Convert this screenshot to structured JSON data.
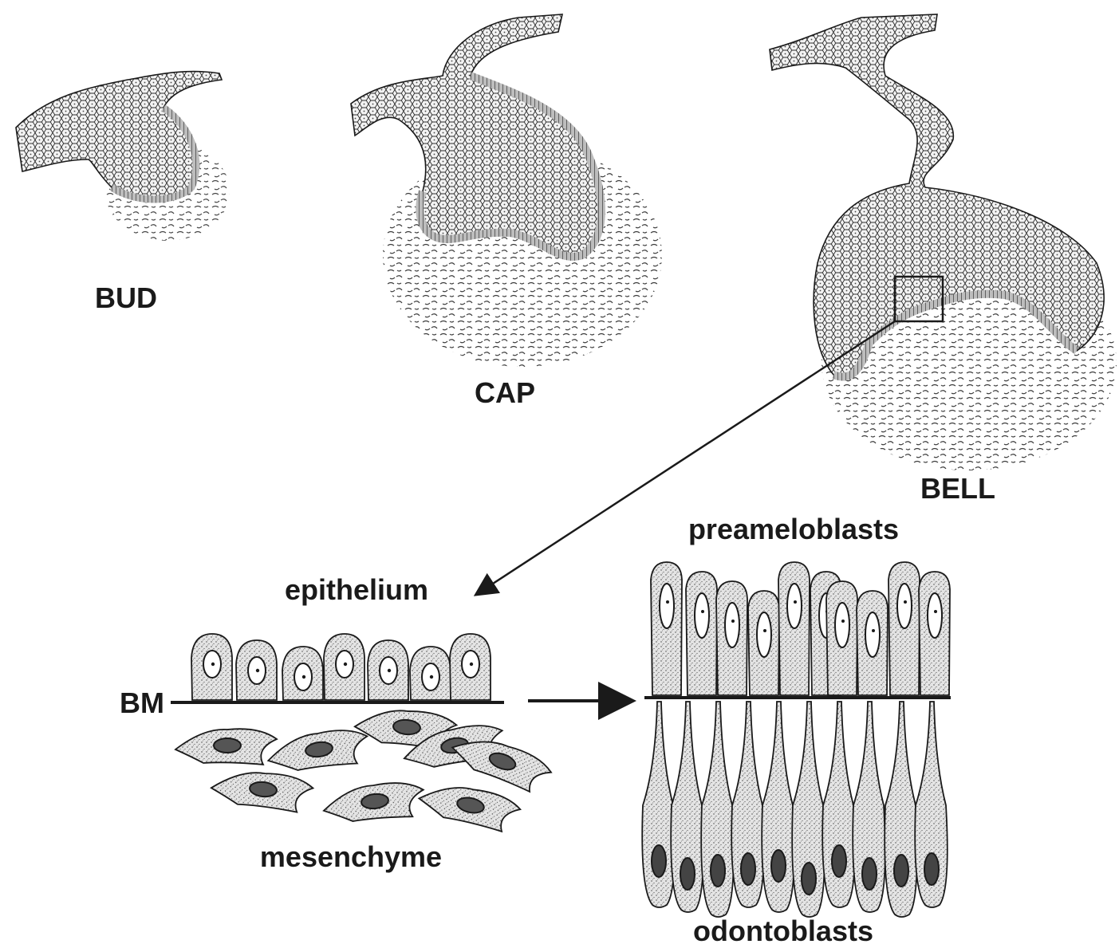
{
  "stages": {
    "bud": "BUD",
    "cap": "CAP",
    "bell": "BELL"
  },
  "detail": {
    "epithelium": "epithelium",
    "bm": "BM",
    "mesenchyme": "mesenchyme",
    "preameloblasts": "preameloblasts",
    "odontoblasts": "odontoblasts"
  },
  "colors": {
    "ink": "#1a1a1a",
    "tissue_fill": "#e9e9e9",
    "stipple": "#333333",
    "background": "#ffffff"
  }
}
